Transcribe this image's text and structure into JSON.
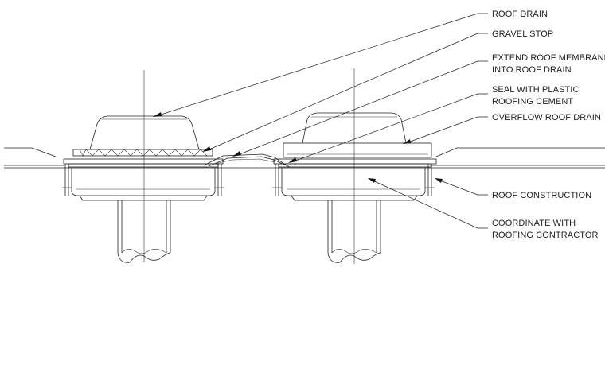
{
  "labels": {
    "roof_drain": "ROOF DRAIN",
    "gravel_stop": "GRAVEL STOP",
    "extend_membrane_1": "EXTEND ROOF MEMBRANE",
    "extend_membrane_2": "INTO ROOF DRAIN",
    "seal_1": "SEAL WITH PLASTIC",
    "seal_2": "ROOFING CEMENT",
    "overflow_drain": "OVERFLOW ROOF DRAIN",
    "roof_construction": "ROOF CONSTRUCTION",
    "coordinate_1": "COORDINATE WITH",
    "coordinate_2": "ROOFING CONTRACTOR"
  }
}
